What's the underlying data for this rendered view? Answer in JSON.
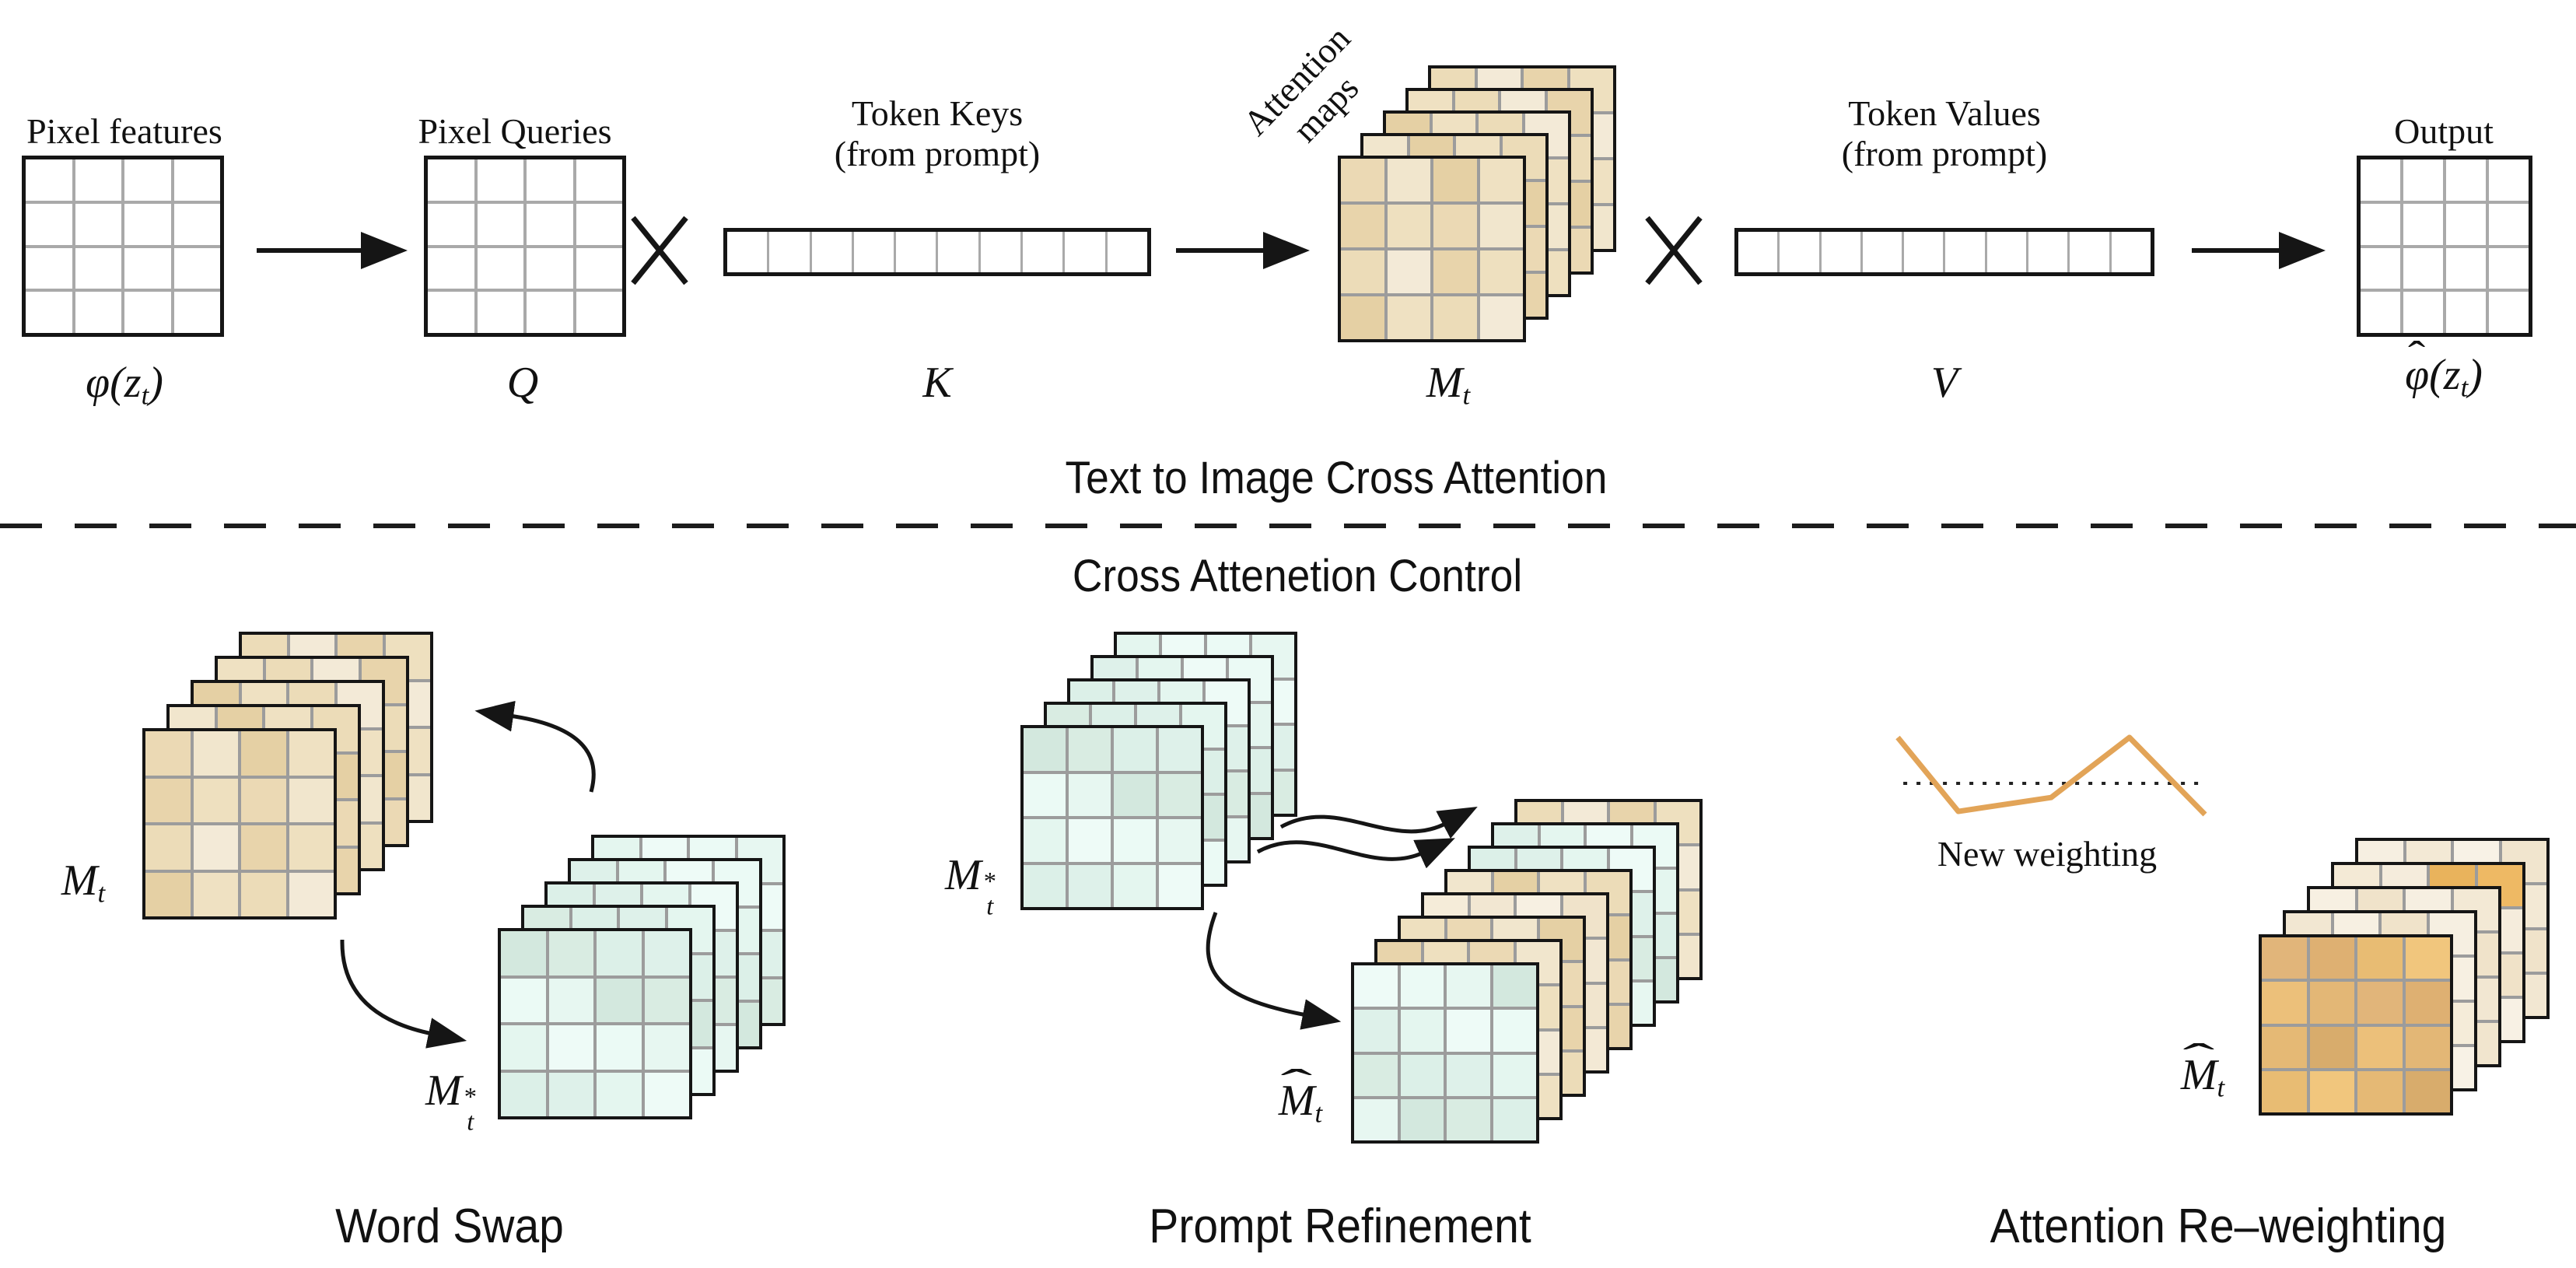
{
  "figure": {
    "top": {
      "pixel_features": "Pixel features",
      "pixel_queries": "Pixel Queries",
      "token_keys_1": "Token Keys",
      "token_keys_2": "(from prompt)",
      "attention_maps_1": "Attention",
      "attention_maps_2": "maps",
      "token_values_1": "Token Values",
      "token_values_2": "(from prompt)",
      "output": "Output",
      "title": "Text to Image Cross Attention"
    },
    "control": {
      "title": "Cross Attenetion Control",
      "word_swap_label": "Word Swap",
      "prompt_refinement_label": "Prompt Refinement",
      "reweighting_label": "Attention Re–weighting",
      "new_weighting_label": "New weighting"
    },
    "math": {
      "phi_zt": [
        [
          "t",
          "φ("
        ],
        [
          "t",
          "z"
        ],
        [
          "sub",
          "t"
        ],
        [
          "t",
          ")"
        ]
      ],
      "Q": [
        [
          "t",
          "Q"
        ]
      ],
      "K": [
        [
          "t",
          "K"
        ]
      ],
      "M_t": [
        [
          "t",
          "M"
        ],
        [
          "sub",
          "t"
        ]
      ],
      "V": [
        [
          "t",
          "V"
        ]
      ],
      "phi_hat_zt": [
        [
          "hat",
          "φ"
        ],
        [
          "t",
          "("
        ],
        [
          "t",
          "z"
        ],
        [
          "sub",
          "t"
        ],
        [
          "t",
          ")"
        ]
      ],
      "M_t_ws": [
        [
          "t",
          "M"
        ],
        [
          "sub",
          "t"
        ]
      ],
      "M_t_star_ws": [
        [
          "t",
          "M"
        ],
        [
          "ss",
          "t",
          "*"
        ]
      ],
      "M_t_star_pr": [
        [
          "t",
          "M"
        ],
        [
          "ss",
          "t",
          "*"
        ]
      ],
      "M_hat_t_pr": [
        [
          "hatwide",
          "M"
        ],
        [
          "sub",
          "t"
        ]
      ],
      "M_hat_t_rw": [
        [
          "hatwide",
          "M"
        ],
        [
          "sub",
          "t"
        ]
      ]
    }
  },
  "colors": {
    "ink": "#151515",
    "grid_line": "#a9a9a9",
    "line_orange": "#e2a458",
    "palettes": {
      "tan": [
        "#ecdcb8",
        "#f1e6cd",
        "#e8d4ab",
        "#efe1c2",
        "#ebd9b4",
        "#f3ead7",
        "#e5d0a4",
        "#eee0bf"
      ],
      "teal": [
        "#e4f6ef",
        "#d9ece2",
        "#ebfaf5",
        "#def1ea",
        "#d3e8de",
        "#eefbf7",
        "#dcf0e8",
        "#e7f7f1"
      ],
      "gold": [
        "#e5b975",
        "#deb072",
        "#ecc07a",
        "#f1c67d",
        "#e1b57a",
        "#d8ac6c",
        "#e8bc73",
        "#e3b776"
      ],
      "cream": [
        "#f6efe1",
        "#f2e7d2",
        "#f8f2e6",
        "#f0e3ca",
        "#f5ecd9",
        "#f3e9d5",
        "#f7f0e2",
        "#f1e5ce"
      ],
      "creamG": [
        "#f5ecdc",
        "#f2e6cf",
        "#eeb964",
        "#f4ead6",
        "#f8f1e4",
        "#e9b35c",
        "#f0e2c8",
        "#f6eede"
      ]
    }
  },
  "chart_data": {
    "type": "line",
    "title": "",
    "annotation": "New weighting",
    "series": [
      {
        "name": "new weighting",
        "x_pct": [
          0,
          19.7,
          49.9,
          75.4,
          100
        ],
        "y_pct": [
          0,
          96,
          78,
          0,
          100
        ]
      }
    ],
    "baseline": {
      "style": "dotted",
      "y_pct": 59.6,
      "x0_pct": 1.8,
      "x1_pct": 100.5
    },
    "line_color": "#e2a458",
    "grid": false,
    "legend": false
  }
}
